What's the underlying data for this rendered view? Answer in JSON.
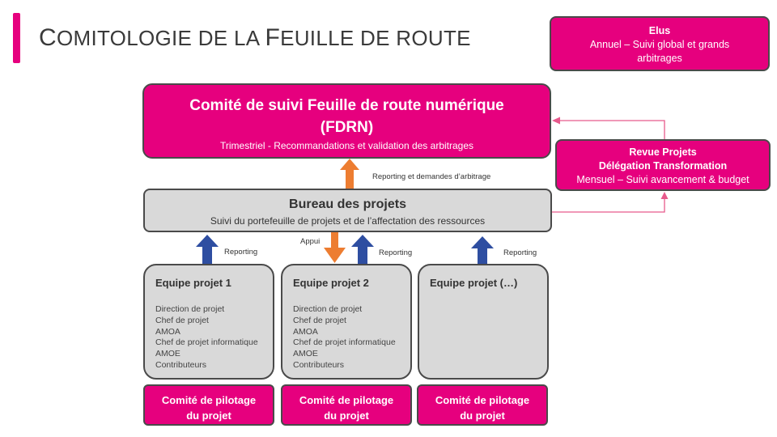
{
  "title": {
    "cap1": "C",
    "rest1": "OMITOLOGIE DE LA ",
    "cap2": "F",
    "rest2": "EUILLE DE ROUTE"
  },
  "elus": {
    "title": "Elus",
    "line1": "Annuel – Suivi global et grands",
    "line2": "arbitrages"
  },
  "comite": {
    "line1": "Comité de suivi Feuille de route numérique",
    "line2": "(FDRN)",
    "subtitle": "Trimestriel - Recommandations et validation des arbitrages"
  },
  "revue": {
    "line1": "Revue Projets",
    "line2": "Délégation Transformation",
    "line3": "Mensuel – Suivi avancement & budget"
  },
  "bureau": {
    "title": "Bureau des projets",
    "subtitle": "Suivi du portefeuille de projets et de l’affectation des ressources"
  },
  "labels": {
    "reporting_demandes": "Reporting et demandes d’arbitrage",
    "appui": "Appui",
    "reporting": "Reporting"
  },
  "teams": [
    {
      "title": "Equipe projet 1",
      "members": [
        "Direction de projet",
        "Chef de projet",
        "AMOA",
        "Chef de projet informatique",
        "AMOE",
        "Contributeurs"
      ]
    },
    {
      "title": "Equipe projet 2",
      "members": [
        "Direction de projet",
        "Chef de projet",
        "AMOA",
        "Chef de projet informatique",
        "AMOE",
        "Contributeurs"
      ]
    },
    {
      "title": "Equipe projet (…)",
      "members": []
    }
  ],
  "pilotage": {
    "line1": "Comité de pilotage",
    "line2": "du projet"
  },
  "colors": {
    "magenta": "#e6007e",
    "orange": "#ed7d31",
    "navy": "#2e4ea1",
    "gray": "#d9d9d9",
    "connector": "#e75a8c"
  }
}
